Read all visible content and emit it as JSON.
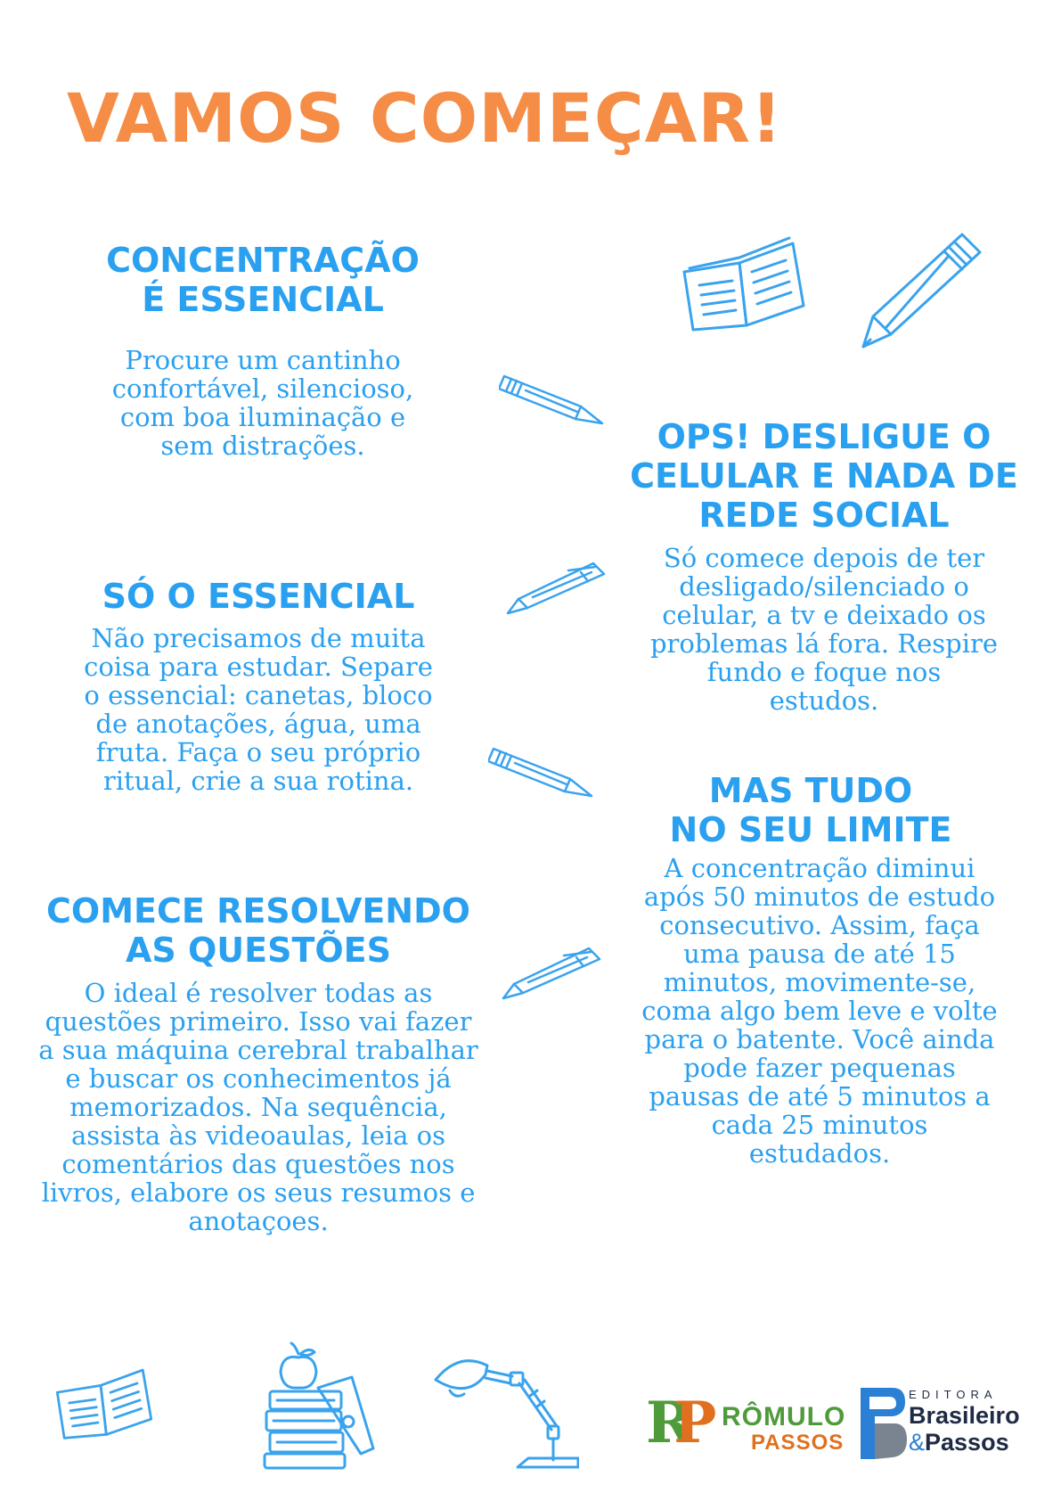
{
  "title": "VAMOS COMEÇAR!",
  "sections": [
    {
      "heading": [
        "CONCENTRAÇÃO",
        "É ESSENCIAL"
      ],
      "body": [
        "Procure um cantinho",
        "confortável, silencioso,",
        "com boa iluminação e",
        "sem distrações."
      ]
    },
    {
      "heading": [
        "OPS! DESLIGUE O",
        "CELULAR E NADA DE",
        "REDE SOCIAL"
      ],
      "body": [
        "Só comece depois de ter",
        "desligado/silenciado o",
        "celular, a tv e deixado os",
        "problemas lá fora. Respire",
        "fundo e foque nos",
        "estudos."
      ]
    },
    {
      "heading": [
        "SÓ O ESSENCIAL"
      ],
      "body": [
        "Não precisamos de muita",
        "coisa para estudar. Separe",
        "o essencial: canetas, bloco",
        "de anotações, água, uma",
        "fruta. Faça o seu próprio",
        "ritual, crie a sua rotina."
      ]
    },
    {
      "heading": [
        "MAS TUDO",
        "NO SEU LIMITE"
      ],
      "body": [
        "A concentração diminui",
        "após 50 minutos de estudo",
        "consecutivo. Assim, faça",
        "uma pausa de até 15",
        "minutos, movimente-se,",
        "coma algo bem leve e volte",
        "para o batente. Você ainda",
        "pode fazer pequenas",
        "pausas de até 5 minutos a",
        "cada 25 minutos",
        "estudados."
      ]
    },
    {
      "heading": [
        "COMECE RESOLVENDO",
        "AS QUESTÕES"
      ],
      "body": [
        "O ideal é resolver todas as",
        "questões primeiro. Isso vai fazer",
        "a sua máquina cerebral trabalhar",
        "e buscar os conhecimentos já",
        "memorizados. Na sequência,",
        "assista às videoaulas, leia os",
        "comentários das questões nos",
        "livros, elabore os seus resumos e",
        "anotaçoes."
      ]
    }
  ],
  "logos": {
    "romulo": {
      "mark_r": "R",
      "mark_p": "P",
      "name1": "RÔMULO",
      "name2": "PASSOS"
    },
    "brasileiro": {
      "editora": "EDITORA",
      "name1": "Brasileiro",
      "name2_amp": "&",
      "name2": "Passos"
    }
  },
  "colors": {
    "title": "#f58d47",
    "accent": "#2aa0f0",
    "icon_stroke": "#3aa3ee"
  },
  "icons": [
    "open-book-icon",
    "pencil-icon",
    "pen-icon",
    "books-apple-icon",
    "desk-lamp-icon"
  ]
}
